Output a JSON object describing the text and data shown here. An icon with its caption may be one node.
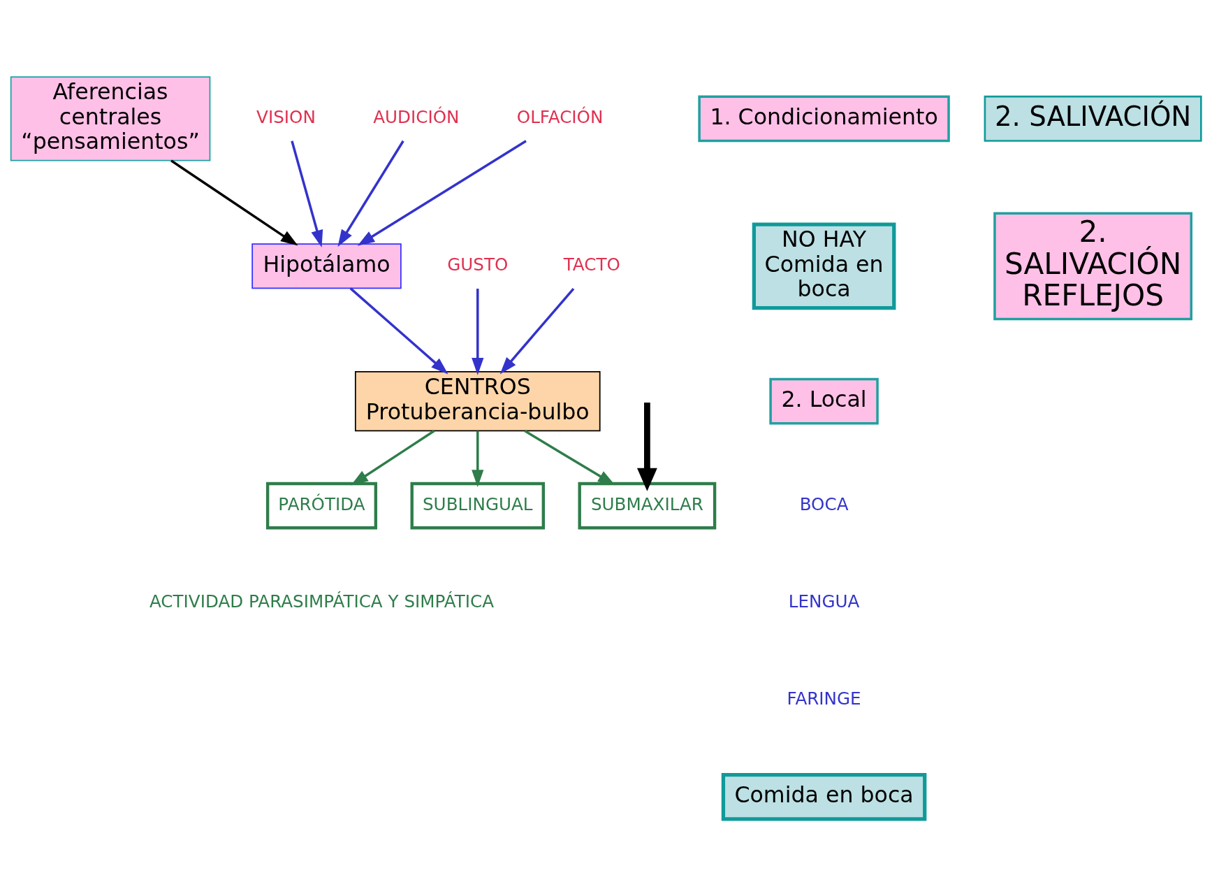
{
  "diagram": {
    "nodes": [
      {
        "text": [
          "Aferencias centrales “pensamientos”"
        ]
      },
      {
        "text": [
          "1. Condicionamiento"
        ]
      },
      {
        "text": [
          "NO HAY Comida en boca"
        ]
      },
      {
        "text": [
          "VISION"
        ]
      },
      {
        "text": [
          "AUDICIÓN"
        ]
      },
      {
        "text": [
          "OLFACIÓN"
        ]
      },
      {
        "text": [
          "Hipotálamo"
        ]
      },
      {
        "text": [
          "2. SALIVACIÓN"
        ]
      },
      {
        "text": [
          "2. Local"
        ]
      },
      {
        "text": [
          "GUSTO"
        ]
      },
      {
        "text": [
          "TACTO"
        ]
      },
      {
        "text": [
          "CENTROS",
          "Protuberancia-bulbo"
        ]
      },
      {
        "text": [
          "Comida en boca"
        ]
      },
      {
        "text": [
          "PARÓTIDA"
        ]
      },
      {
        "text": [
          "SUBMAXILAR"
        ]
      },
      {
        "text": [
          "SUBLINGUAL"
        ]
      },
      {
        "text": [
          "2. SALIVACIÓN REFLEJOS"
        ]
      }
    ],
    "edges": [
      {
        "from": 0,
        "to": 6,
        "arrow": "to",
        "color": "#000000"
      },
      {
        "from": 3,
        "to": 6,
        "arrow": "to"
      },
      {
        "from": 4,
        "to": 6,
        "arrow": "to"
      },
      {
        "from": 5,
        "to": 6,
        "arrow": "to"
      },
      {
        "from": 6,
        "to": 11,
        "arrow": "to"
      },
      {
        "from": 9,
        "to": 11,
        "arrow": "to"
      },
      {
        "from": 10,
        "to": 11,
        "arrow": "to"
      },
      {
        "from": 11,
        "to": 15,
        "arrow": "to",
        "color": "#2e7d4a"
      },
      {
        "from": 11,
        "to": 14,
        "arrow": "to",
        "color": "#2e7d4a"
      },
      {
        "from": 11,
        "to": 13,
        "arrow": "to",
        "color": "#2e7d4a"
      },
      {
        "from": null,
        "to": 14,
        "arrow": "to",
        "style": "thick",
        "color": "#000000"
      }
    ],
    "labels": [
      "BOCA",
      "LENGUA",
      "FARINGE",
      "ACTIVIDAD PARASIMPÁTICA Y SIMPÁTICA"
    ]
  }
}
